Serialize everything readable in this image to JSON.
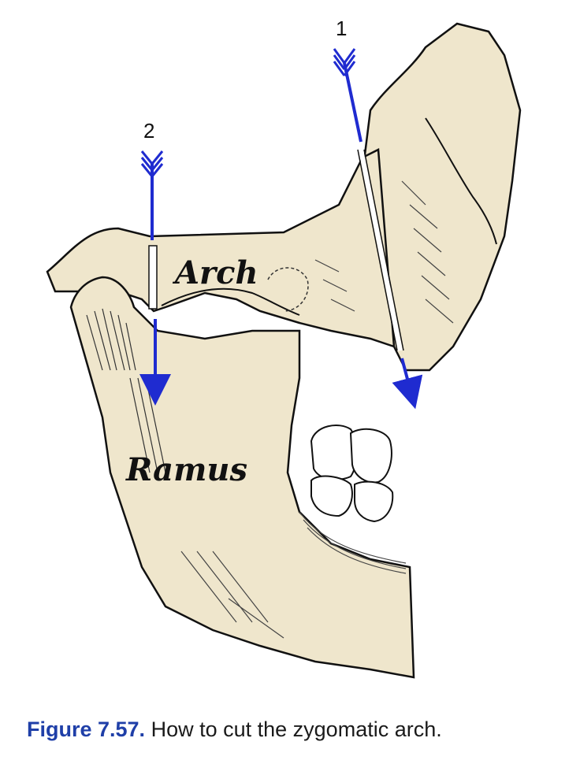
{
  "diagram": {
    "labels": {
      "arch": "Arch",
      "ramus": "Ramus"
    },
    "cut_markers": [
      {
        "number": "1"
      },
      {
        "number": "2"
      }
    ],
    "colors": {
      "bone_fill": "#efe6cc",
      "outline": "#111111",
      "cut_arrow": "#1f2bd0",
      "caption_label": "#1f3fa8"
    }
  },
  "caption": {
    "label": "Figure 7.57.",
    "text": "How to cut the zygomatic arch."
  }
}
